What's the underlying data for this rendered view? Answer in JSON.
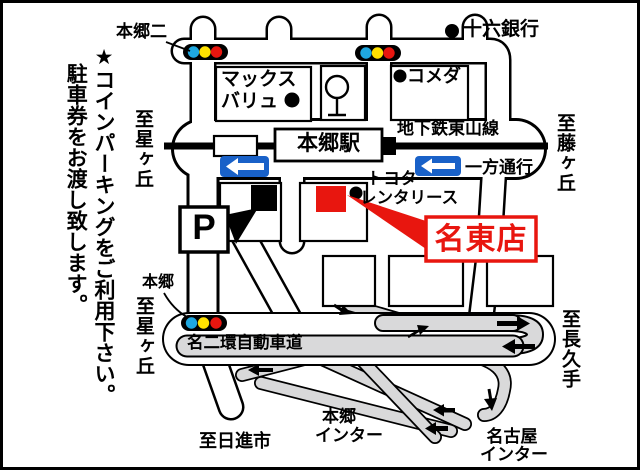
{
  "side_note": {
    "line1": "★コインパーキングをご利用下さい。",
    "line2": "駐車券をお渡し致します。"
  },
  "landmarks": {
    "intersection_top": "本郷二",
    "bank": "十六銀行",
    "supermarket_line1": "マックス",
    "supermarket_line2": "バリュ",
    "cafe": "コメダ",
    "subway_line": "地下鉄東山線",
    "station": "本郷駅",
    "one_way": "一方通行",
    "rental_line1": "トヨタ",
    "rental_line2": "レンタリース",
    "store": "名東店",
    "parking": "P",
    "intersection_bottom": "本郷",
    "expressway": "名二環自動車道",
    "hongo_ic_line1": "本郷",
    "hongo_ic_line2": "インター",
    "nagoya_ic_line1": "名古屋",
    "nagoya_ic_line2": "インター"
  },
  "directions": {
    "to_hoshigaoka_top": "至星ヶ丘",
    "to_fujigaoka": "至藤ヶ丘",
    "to_hoshigaoka_bottom": "至星ヶ丘",
    "to_nagakute": "至長久手",
    "to_nisshin": "至日進市"
  },
  "colors": {
    "store_red": "#e8160f",
    "signal_green_lamp": "#1fa8e0",
    "signal_yellow_lamp": "#ffe100",
    "signal_red_lamp": "#e8160f",
    "one_way_blue": "#1961c8",
    "road_gray": "#d9d9da"
  }
}
